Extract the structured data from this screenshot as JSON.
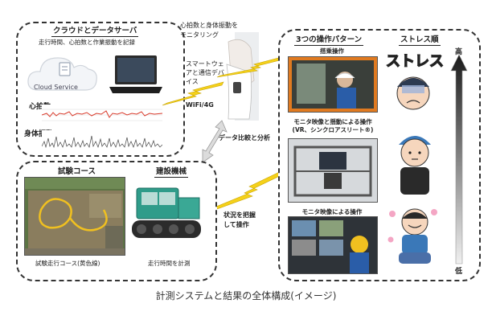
{
  "cloud_panel": {
    "title": "クラウドとデータサーバ",
    "description": "走行時間、心拍数と作業振動を記録",
    "cloud_label": "Cloud Service",
    "heart_rate_label": "心拍数",
    "body_vibration_label": "身体振動"
  },
  "wearable": {
    "note": "心拍数と身体振動を\nモニタリング",
    "device_label": "スマートウェ\nアと通信デバ\nイス",
    "network_label": "WiFi/4G"
  },
  "analysis_label": "データ比較と分析",
  "course_panel": {
    "course_title": "試験コース",
    "course_caption": "試験走行コース(黄色線)",
    "machine_title": "建設機械",
    "machine_caption": "走行時間を計測"
  },
  "control_label": "状況を把握\nして操作",
  "operation_panel": {
    "title": "3つの操作パターン",
    "patterns": [
      {
        "label": "搭乗操作"
      },
      {
        "label": "モニタ映像と揺動による操作\n(VR、シンクロアスリート®)"
      },
      {
        "label": "モニタ映像による操作"
      }
    ],
    "stress_title": "ストレス順",
    "stress_high": "高",
    "stress_low": "低",
    "stress_text": "ストレス"
  },
  "caption": "計測システムと結果の全体構成(イメージ)",
  "colors": {
    "arrow_yellow": "#f5d11a",
    "heart_line": "#d93a2b",
    "course_line": "#f0c020",
    "machine_green": "#2f9c8a"
  }
}
